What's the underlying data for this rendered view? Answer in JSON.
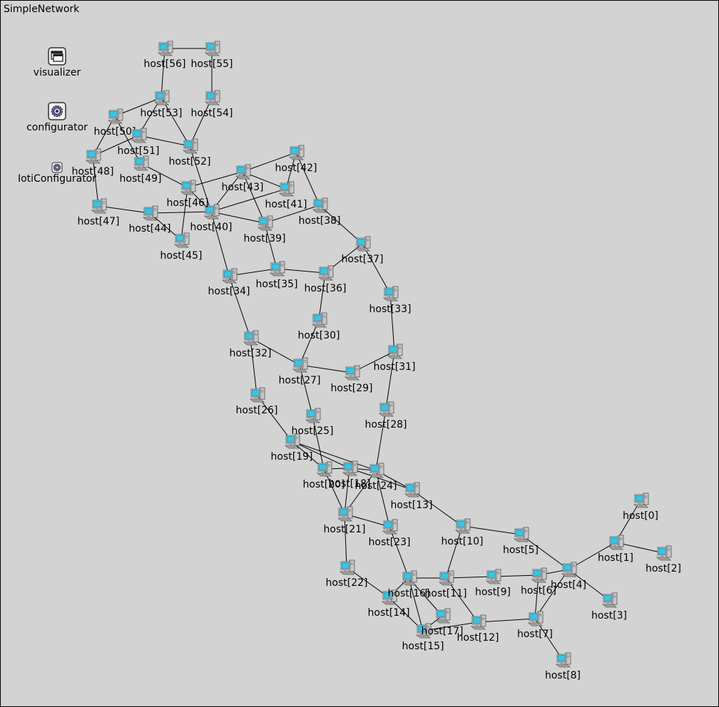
{
  "network": {
    "title": "SimpleNetwork"
  },
  "tools": [
    {
      "id": "visualizer",
      "label": "visualizer",
      "icon": "visualizer-icon"
    },
    {
      "id": "configurator",
      "label": "configurator",
      "icon": "configurator-gear-icon"
    },
    {
      "id": "ioti",
      "label": "IotiConfigurator",
      "icon": "small-gear-icon"
    }
  ],
  "hosts": [
    "host[0]",
    "host[1]",
    "host[2]",
    "host[3]",
    "host[4]",
    "host[5]",
    "host[6]",
    "host[7]",
    "host[8]",
    "host[9]",
    "host[10]",
    "host[11]",
    "host[12]",
    "host[13]",
    "host[14]",
    "host[15]",
    "host[16]",
    "host[17]",
    "host[18]",
    "host[19]",
    "host[20]",
    "host[21]",
    "host[22]",
    "host[23]",
    "host[24]",
    "host[25]",
    "host[26]",
    "host[27]",
    "host[28]",
    "host[29]",
    "host[30]",
    "host[31]",
    "host[32]",
    "host[33]",
    "host[34]",
    "host[35]",
    "host[36]",
    "host[37]",
    "host[38]",
    "host[39]",
    "host[40]",
    "host[41]",
    "host[42]",
    "host[43]",
    "host[44]",
    "host[45]",
    "host[46]",
    "host[47]",
    "host[48]",
    "host[49]",
    "host[50]",
    "host[51]",
    "host[52]",
    "host[53]",
    "host[54]",
    "host[55]",
    "host[56]"
  ],
  "links": [
    [
      0,
      1
    ],
    [
      1,
      2
    ],
    [
      1,
      4
    ],
    [
      3,
      4
    ],
    [
      4,
      5
    ],
    [
      4,
      6
    ],
    [
      5,
      10
    ],
    [
      6,
      7
    ],
    [
      4,
      7
    ],
    [
      7,
      8
    ],
    [
      7,
      12
    ],
    [
      6,
      9
    ],
    [
      9,
      11
    ],
    [
      10,
      11
    ],
    [
      10,
      13
    ],
    [
      11,
      16
    ],
    [
      11,
      12
    ],
    [
      16,
      14
    ],
    [
      16,
      23
    ],
    [
      14,
      15
    ],
    [
      14,
      22
    ],
    [
      12,
      15
    ],
    [
      15,
      17
    ],
    [
      15,
      16
    ],
    [
      17,
      16
    ],
    [
      13,
      18
    ],
    [
      13,
      24
    ],
    [
      22,
      21
    ],
    [
      21,
      23
    ],
    [
      21,
      18
    ],
    [
      21,
      20
    ],
    [
      21,
      24
    ],
    [
      23,
      24
    ],
    [
      20,
      18
    ],
    [
      20,
      19
    ],
    [
      20,
      25
    ],
    [
      19,
      24
    ],
    [
      19,
      26
    ],
    [
      19,
      18
    ],
    [
      18,
      24
    ],
    [
      24,
      28
    ],
    [
      28,
      31
    ],
    [
      25,
      27
    ],
    [
      26,
      32
    ],
    [
      27,
      32
    ],
    [
      27,
      29
    ],
    [
      27,
      30
    ],
    [
      29,
      31
    ],
    [
      30,
      36
    ],
    [
      31,
      33
    ],
    [
      33,
      37
    ],
    [
      32,
      34
    ],
    [
      34,
      35
    ],
    [
      34,
      40
    ],
    [
      35,
      36
    ],
    [
      35,
      39
    ],
    [
      36,
      37
    ],
    [
      37,
      38
    ],
    [
      38,
      39
    ],
    [
      38,
      42
    ],
    [
      39,
      40
    ],
    [
      39,
      43
    ],
    [
      41,
      42
    ],
    [
      41,
      43
    ],
    [
      43,
      42
    ],
    [
      40,
      41
    ],
    [
      40,
      43
    ],
    [
      40,
      46
    ],
    [
      40,
      44
    ],
    [
      40,
      52
    ],
    [
      44,
      47
    ],
    [
      44,
      45
    ],
    [
      45,
      46
    ],
    [
      46,
      49
    ],
    [
      46,
      43
    ],
    [
      47,
      48
    ],
    [
      48,
      50
    ],
    [
      48,
      51
    ],
    [
      49,
      50
    ],
    [
      50,
      53
    ],
    [
      51,
      53
    ],
    [
      51,
      52
    ],
    [
      52,
      53
    ],
    [
      52,
      54
    ],
    [
      54,
      55
    ],
    [
      55,
      56
    ],
    [
      56,
      53
    ]
  ]
}
